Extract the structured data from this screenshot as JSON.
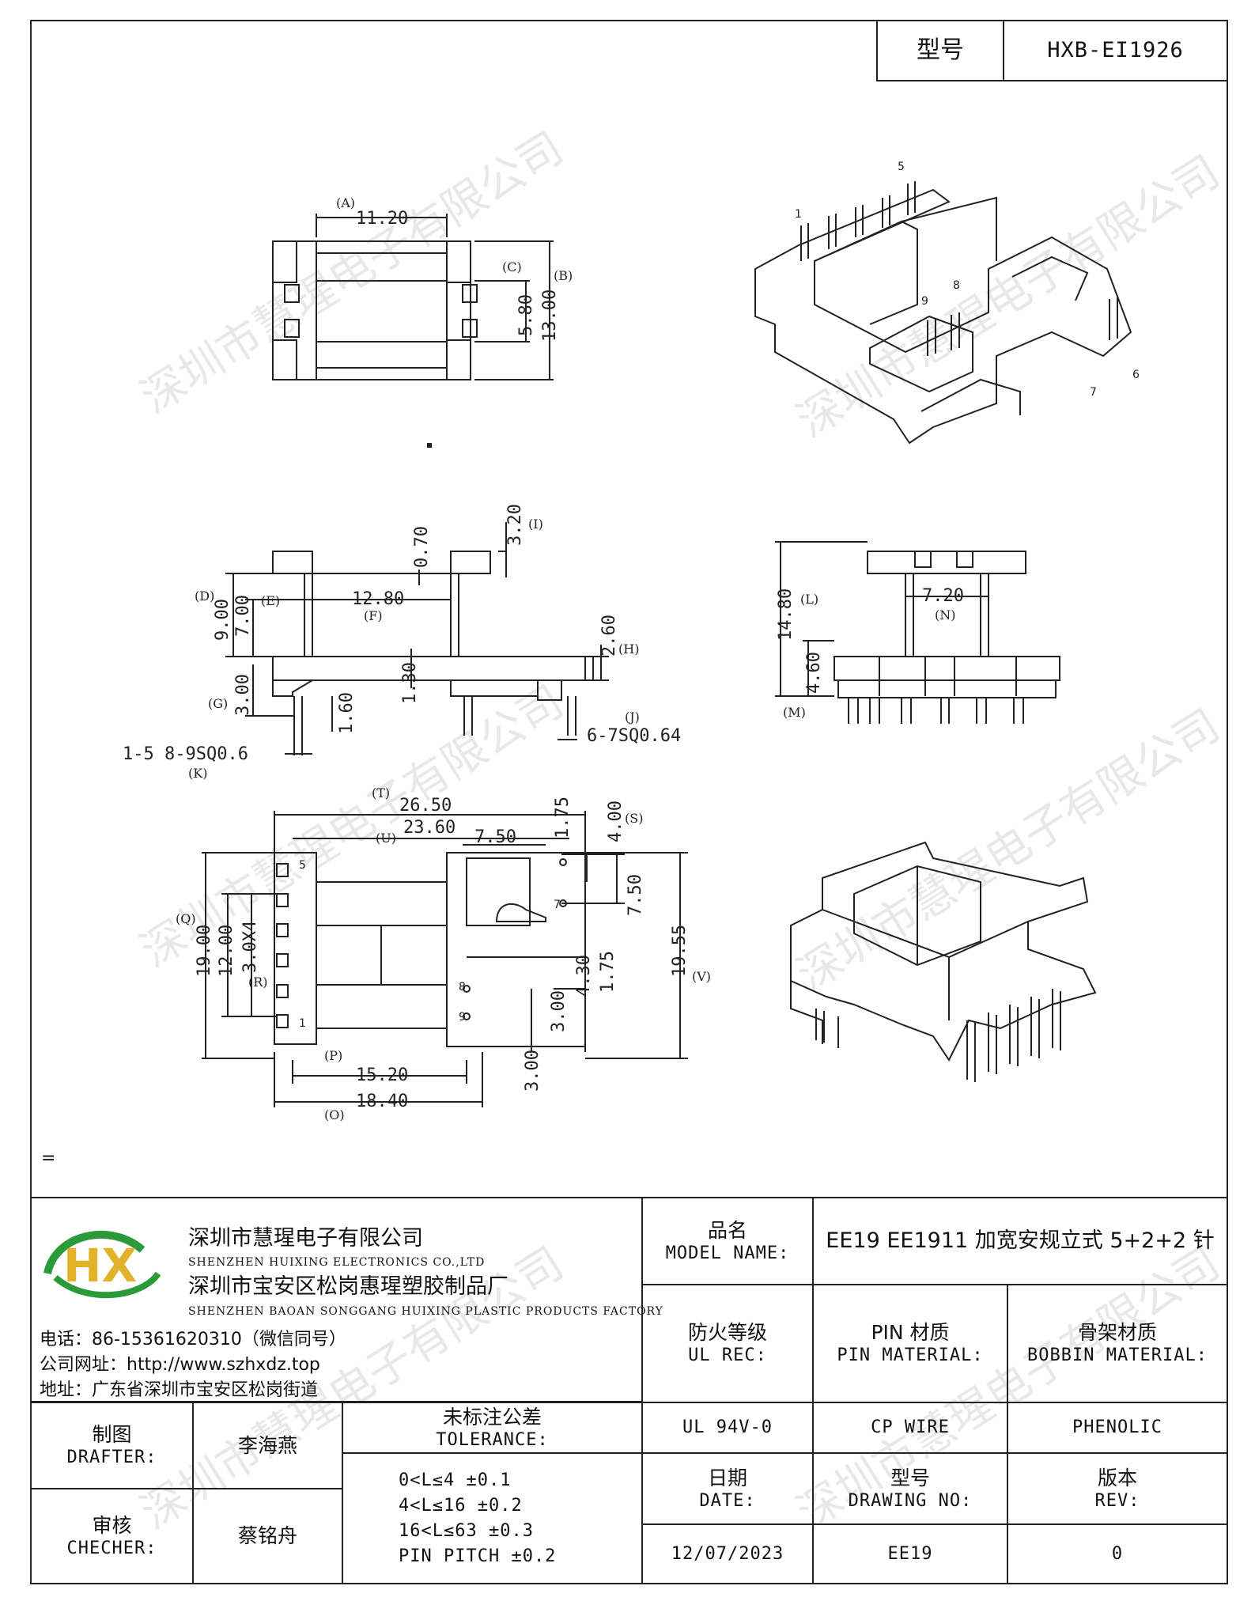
{
  "header": {
    "model_label": "型号",
    "model_value": "HXB-EI1926"
  },
  "watermark": "深圳市慧瑆电子有限公司",
  "stray_mark": "=",
  "dimensions": {
    "A": "11.20",
    "B": "13.00",
    "C": "5.80",
    "I": "3.20",
    "top_070": "0.70",
    "F": "12.80",
    "D": "9.00",
    "E": "7.00",
    "H": "2.60",
    "G": "3.00",
    "sec_130": "1.30",
    "sec_160": "1.60",
    "J": "6-7SQ0.64",
    "K": "1-5  8-9SQ0.6",
    "L": "14.80",
    "M": "4.60",
    "N": "7.20",
    "T": "26.50",
    "U": "23.60",
    "u_750": "7.50",
    "u_175": "1.75",
    "S": "4.00",
    "s_750": "7.50",
    "Q": "19.00",
    "R": "12.00",
    "r_pitch": "3.0X4",
    "V": "19.55",
    "b_430": "4.30",
    "b_175": "1.75",
    "b_300a": "3.00",
    "b_300b": "3.00",
    "P": "15.20",
    "O": "18.40"
  },
  "dim_letters": [
    "(A)",
    "(B)",
    "(C)",
    "(D)",
    "(E)",
    "(F)",
    "(G)",
    "(H)",
    "(I)",
    "(J)",
    "(K)",
    "(L)",
    "(M)",
    "(N)",
    "(O)",
    "(P)",
    "(Q)",
    "(R)",
    "(S)",
    "(T)",
    "(U)",
    "(V)"
  ],
  "pin_numbers": [
    "1",
    "5",
    "6",
    "7",
    "8",
    "9"
  ],
  "company": {
    "logo_text": "HX",
    "name_cn": "深圳市慧瑆电子有限公司",
    "name_en": "SHENZHEN HUIXING ELECTRONICS CO.,LTD",
    "factory_cn": "深圳市宝安区松岗惠瑆塑胶制品厂",
    "factory_en": "SHENZHEN BAOAN SONGGANG HUIXING PLASTIC PRODUCTS FACTORY",
    "phone": "电话：86-15361620310（微信同号）",
    "website": "公司网址：http://www.szhxdz.top",
    "address": "地址：广东省深圳市宝安区松岗街道"
  },
  "title_block": {
    "model_name_cn": "品名",
    "model_name_en": "MODEL NAME:",
    "model_name_value": "EE19 EE1911 加宽安规立式 5+2+2 针",
    "ul_cn": "防火等级",
    "ul_en": "UL REC:",
    "pin_cn": "PIN 材质",
    "pin_en": "PIN MATERIAL:",
    "bobbin_cn": "骨架材质",
    "bobbin_en": "BOBBIN MATERIAL:",
    "ul_value": "UL 94V-0",
    "pin_value": "CP WIRE",
    "bobbin_value": "PHENOLIC",
    "drafter_cn": "制图",
    "drafter_en": "DRAFTER:",
    "drafter_value": "李海燕",
    "checker_cn": "审核",
    "checker_en": "CHECHER:",
    "checker_value": "蔡铭舟",
    "tolerance_cn": "未标注公差",
    "tolerance_en": "TOLERANCE:",
    "tolerance_lines": [
      "0<L≤4  ±0.1",
      "4<L≤16 ±0.2",
      "16<L≤63 ±0.3",
      "PIN PITCH ±0.2"
    ],
    "date_cn": "日期",
    "date_en": "DATE:",
    "date_value": "12/07/2023",
    "drawing_cn": "型号",
    "drawing_en": "DRAWING NO:",
    "drawing_value": "EE19",
    "rev_cn": "版本",
    "rev_en": "REV:",
    "rev_value": "0"
  }
}
